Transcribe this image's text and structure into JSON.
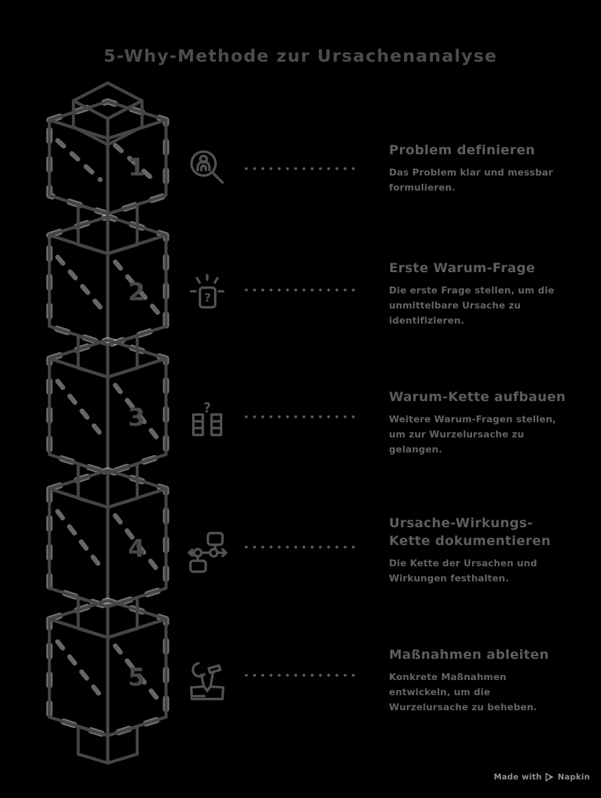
{
  "title": "5-Why-Methode zur Ursachenanalyse",
  "steps": [
    {
      "number": "1",
      "icon": "person-search-icon",
      "title": "Problem definieren",
      "description": "Das Problem klar und messbar formulieren.",
      "box_color": "#dde4f7"
    },
    {
      "number": "2",
      "icon": "question-card-icon",
      "icon_glyph": "?",
      "title": "Erste Warum-Frage",
      "description": "Die erste Frage stellen, um die unmittelbare Ursache zu identifizieren.",
      "box_color": "#d4f0fa"
    },
    {
      "number": "3",
      "icon": "question-columns-icon",
      "icon_glyph": "?",
      "title": "Warum-Kette aufbauen",
      "description": "Weitere Warum-Fragen stellen, um zur Wurzelursache zu gelangen.",
      "box_color": "#cdf4da"
    },
    {
      "number": "4",
      "icon": "flowchart-icon",
      "title": "Ursache-Wirkungs-Kette dokumentieren",
      "description": "Die Kette der Ursachen und Wirkungen festhalten.",
      "box_color": "#e6f5c1"
    },
    {
      "number": "5",
      "icon": "toolbox-icon",
      "title": "Maßnahmen ableiten",
      "description": "Konkrete Maßnahmen entwickeln, um die Wurzelursache zu beheben.",
      "box_color": "#fbf1b4"
    }
  ],
  "watermark": {
    "prefix": "Made with",
    "brand": "Napkin",
    "logo": "napkin-logo-icon"
  },
  "colors": {
    "background": "#000000",
    "outline": "#454548",
    "title_text": "#4c4c50",
    "step_title_text": "#5d5d61",
    "description_text": "#646468",
    "dots": "#5a5a5a",
    "pole_left": "#f6f6f5",
    "pole_right": "#eaeaea",
    "watermark_text": "#939396"
  }
}
